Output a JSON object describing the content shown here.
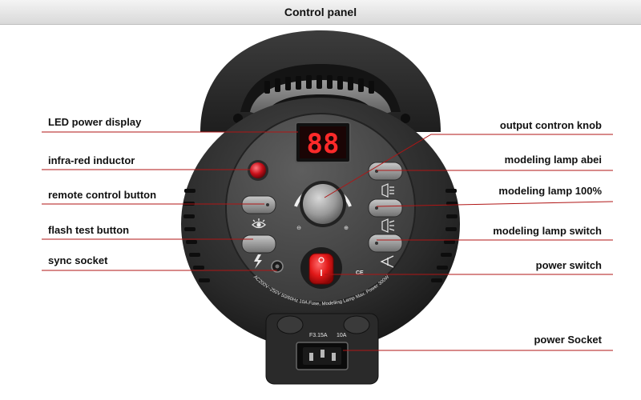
{
  "header": {
    "title": "Control panel"
  },
  "labels_left": [
    "LED power display",
    "infra-red inductor",
    "remote control button",
    "flash test button",
    "sync socket"
  ],
  "labels_right": [
    "output contron knob",
    "modeling lamp abei",
    "modeling lamp 100%",
    "modeling lamp switch",
    "power switch",
    "power Socket"
  ],
  "device": {
    "display_value": "88",
    "spec_text": "AC200V~250V 50/60Hz 10A Fuse, Modelling Lamp Max. Power 300W",
    "fuse_label": "F3.15A",
    "socket_rating": "10A",
    "ce_mark": "CE",
    "knob_minus": "⊖",
    "knob_plus": "⊕"
  },
  "colors": {
    "leader_line": "#b01515",
    "led_digits": "#ff2a2a",
    "power_switch": "#e11818",
    "inductor": "#c8101a"
  },
  "icons": [
    "flash-icon",
    "eye-icon",
    "lamp-icon",
    "lamp-full-icon",
    "lamp-switch-icon",
    "lamp-off-icon",
    "sync-socket-icon"
  ]
}
